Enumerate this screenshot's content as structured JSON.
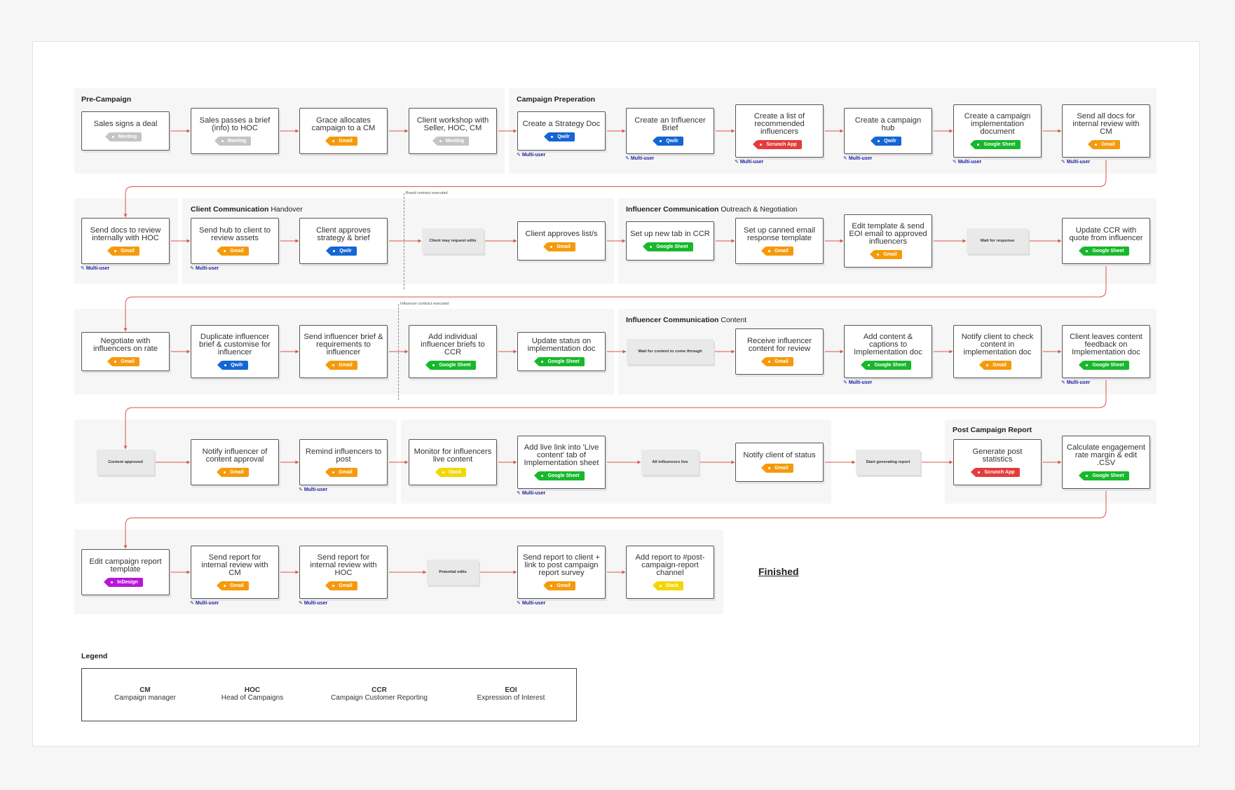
{
  "zones": {
    "pre_campaign": {
      "title": "Pre-Campaign",
      "sub": ""
    },
    "campaign_prep": {
      "title": "Campaign Preperation",
      "sub": ""
    },
    "client_comm": {
      "title": "Client Communication",
      "sub": "Handover"
    },
    "infl_outreach": {
      "title": "Influencer Communication",
      "sub": "Outreach & Negotiation"
    },
    "infl_content": {
      "title": "Influencer Communication",
      "sub": "Content"
    },
    "post_report": {
      "title": "Post Campaign Report",
      "sub": ""
    }
  },
  "nodes": [
    {
      "label": "Sales signs a deal",
      "tag": "Meeting",
      "tag_type": "meeting"
    },
    {
      "label": "Sales passes a brief (info) to HOC",
      "tag": "Meeting",
      "tag_type": "meeting"
    },
    {
      "label": "Grace allocates campaign to a CM",
      "tag": "Gmail",
      "tag_type": "gmail"
    },
    {
      "label": "Client workshop with Seller, HOC, CM",
      "tag": "Meeting",
      "tag_type": "meeting"
    },
    {
      "label": "Create a Strategy Doc",
      "tag": "Qwilr",
      "tag_type": "qwilr"
    },
    {
      "label": "Create an Influencer Brief",
      "tag": "Qwilr",
      "tag_type": "qwilr"
    },
    {
      "label": "Create a list of recommended influencers",
      "tag": "Scrunch App",
      "tag_type": "scrunch"
    },
    {
      "label": "Create a campaign hub",
      "tag": "Qwilr",
      "tag_type": "qwilr"
    },
    {
      "label": "Create a campaign implementation document",
      "tag": "Google Sheet",
      "tag_type": "gsheet"
    },
    {
      "label": "Send all docs for internal review with CM",
      "tag": "Gmail",
      "tag_type": "gmail"
    },
    {
      "label": "Send docs to review internally with HOC",
      "tag": "Gmail",
      "tag_type": "gmail"
    },
    {
      "label": "Send hub to client to review assets",
      "tag": "Gmail",
      "tag_type": "gmail"
    },
    {
      "label": "Client approves strategy & brief",
      "tag": "Qwilr",
      "tag_type": "qwilr"
    },
    {
      "label": "Client approves list/s",
      "tag": "Gmail",
      "tag_type": "gmail"
    },
    {
      "label": "Set up new tab in CCR",
      "tag": "Google Sheet",
      "tag_type": "gsheet"
    },
    {
      "label": "Set up canned email response template",
      "tag": "Gmail",
      "tag_type": "gmail"
    },
    {
      "label": "Edit template & send EOI email to approved influencers",
      "tag": "Gmail",
      "tag_type": "gmail"
    },
    {
      "label": "Update CCR with quote from influencer",
      "tag": "Google Sheet",
      "tag_type": "gsheet"
    },
    {
      "label": "Negotiate with influencers on rate",
      "tag": "Gmail",
      "tag_type": "gmail"
    },
    {
      "label": "Duplicate influencer brief & customise for influencer",
      "tag": "Qwilr",
      "tag_type": "qwilr"
    },
    {
      "label": "Send influencer brief & requirements to influencer",
      "tag": "Gmail",
      "tag_type": "gmail"
    },
    {
      "label": "Add individual influencer briefs to CCR",
      "tag": "Google Sheet",
      "tag_type": "gsheet"
    },
    {
      "label": "Update status on implementation doc",
      "tag": "Google Sheet",
      "tag_type": "gsheet"
    },
    {
      "label": "Receive influencer content for review",
      "tag": "Gmail",
      "tag_type": "gmail"
    },
    {
      "label": "Add content & captions to Implementation doc",
      "tag": "Google Sheet",
      "tag_type": "gsheet"
    },
    {
      "label": "Notify client to check content in implementation doc",
      "tag": "Gmail",
      "tag_type": "gmail"
    },
    {
      "label": "Client leaves content feedback on Implementation doc",
      "tag": "Google Sheet",
      "tag_type": "gsheet"
    },
    {
      "label": "Notify influencer of content approval",
      "tag": "Gmail",
      "tag_type": "gmail"
    },
    {
      "label": "Remind influencers to post",
      "tag": "Gmail",
      "tag_type": "gmail"
    },
    {
      "label": "Monitor for influencers live content",
      "tag": "Slack",
      "tag_type": "slack"
    },
    {
      "label": "Add live link into 'Live content' tab of Implementation sheet",
      "tag": "Google Sheet",
      "tag_type": "gsheet"
    },
    {
      "label": "Notify client of status",
      "tag": "Gmail",
      "tag_type": "gmail"
    },
    {
      "label": "Generate post statistics",
      "tag": "Scrunch App",
      "tag_type": "scrunch"
    },
    {
      "label": "Calculate engagement rate margin & edit .CSV",
      "tag": "Google Sheet",
      "tag_type": "gsheet"
    },
    {
      "label": "Edit campaign report template",
      "tag": "InDesign",
      "tag_type": "indesign"
    },
    {
      "label": "Send report for internal review with CM",
      "tag": "Gmail",
      "tag_type": "gmail"
    },
    {
      "label": "Send report for internal review with HOC",
      "tag": "Gmail",
      "tag_type": "gmail"
    },
    {
      "label": "Send report to client + link to post campaign report survey",
      "tag": "Gmail",
      "tag_type": "gmail"
    },
    {
      "label": "Add report to #post-campaign-report channel",
      "tag": "Slack",
      "tag_type": "slack"
    }
  ],
  "waits": [
    "Client may request edits",
    "Wait for response",
    "Wait for content to come through",
    "Content approved",
    "All influencers live",
    "Start generating report",
    "Potential edits"
  ],
  "multi_user_label": "Multi-user",
  "contract_labels": [
    "Brand contract executed",
    "Influencer contract executed"
  ],
  "finished": "Finished",
  "legend": {
    "title": "Legend",
    "items": [
      {
        "abbr": "CM",
        "full": "Campaign manager"
      },
      {
        "abbr": "HOC",
        "full": "Head of Campaigns"
      },
      {
        "abbr": "CCR",
        "full": "Campaign Customer Reporting"
      },
      {
        "abbr": "EOI",
        "full": "Expression of Interest"
      }
    ]
  },
  "colors": {
    "connector": "#d8574a",
    "meeting": "#c4c4c4",
    "gmail": "#f59a0c",
    "qwilr": "#1466d2",
    "scrunch": "#e43c3c",
    "google_sheet": "#17b82b",
    "slack": "#f2d707",
    "indesign": "#b717d8",
    "multi_user": "#1c1ca0"
  }
}
